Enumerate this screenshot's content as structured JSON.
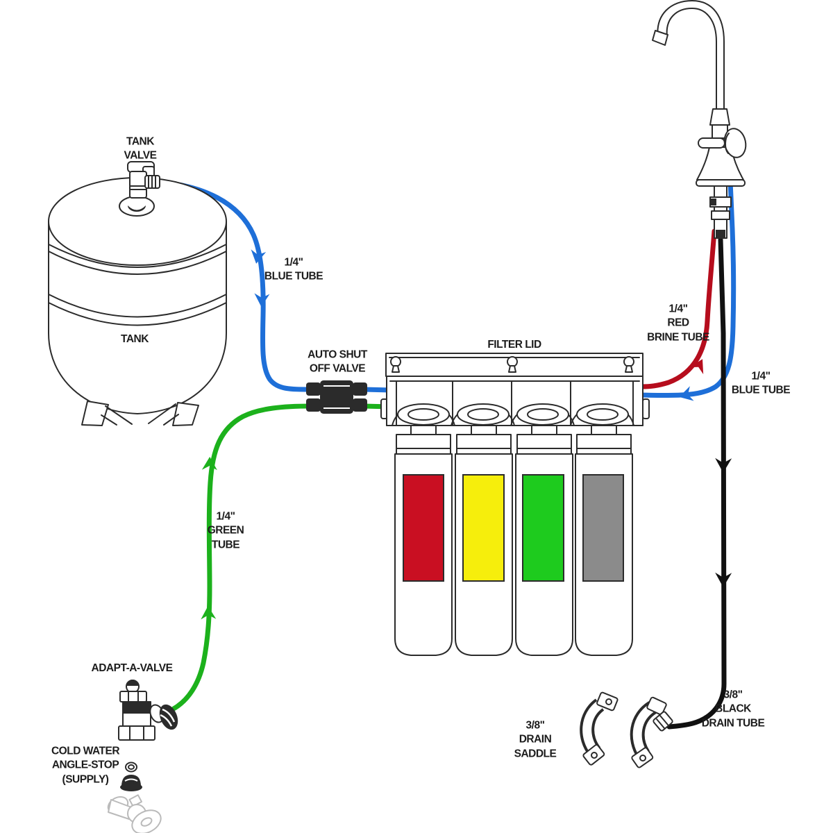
{
  "title": "Reverse osmosis drinking water system installation diagram",
  "labels": {
    "tank_valve": {
      "lines": [
        "TANK",
        "VALVE"
      ]
    },
    "tank": {
      "lines": [
        "TANK"
      ]
    },
    "blue_tube_left": {
      "lines": [
        "1/4\"",
        "BLUE TUBE"
      ]
    },
    "auto_shut_off_valve": {
      "lines": [
        "AUTO SHUT",
        "OFF VALVE"
      ]
    },
    "filter_lid": {
      "lines": [
        "FILTER LID"
      ]
    },
    "red_brine_tube": {
      "lines": [
        "1/4\"",
        "RED",
        "BRINE TUBE"
      ]
    },
    "blue_tube_right": {
      "lines": [
        "1/4\"",
        "BLUE TUBE"
      ]
    },
    "green_tube": {
      "lines": [
        "1/4\"",
        "GREEN",
        "TUBE"
      ]
    },
    "adapt_a_valve": {
      "lines": [
        "ADAPT-A-VALVE"
      ]
    },
    "cold_water_angle_stop": {
      "lines": [
        "COLD WATER",
        "ANGLE-STOP",
        "(SUPPLY)"
      ]
    },
    "drain_saddle": {
      "lines": [
        "3/8\"",
        "DRAIN",
        "SADDLE"
      ]
    },
    "black_drain_tube": {
      "lines": [
        "3/8\"",
        "BLACK",
        "DRAIN TUBE"
      ]
    }
  },
  "colors": {
    "line": "#2b2b2b",
    "tube_blue": "#1e6fd8",
    "tube_green": "#1cb11c",
    "tube_red": "#b60d1d",
    "tube_black": "#111111",
    "cartridge_red": "#c90f22",
    "cartridge_yellow": "#f6ee0c",
    "cartridge_green": "#1ecb1e",
    "cartridge_gray": "#8b8b8b",
    "background": "#ffffff"
  }
}
